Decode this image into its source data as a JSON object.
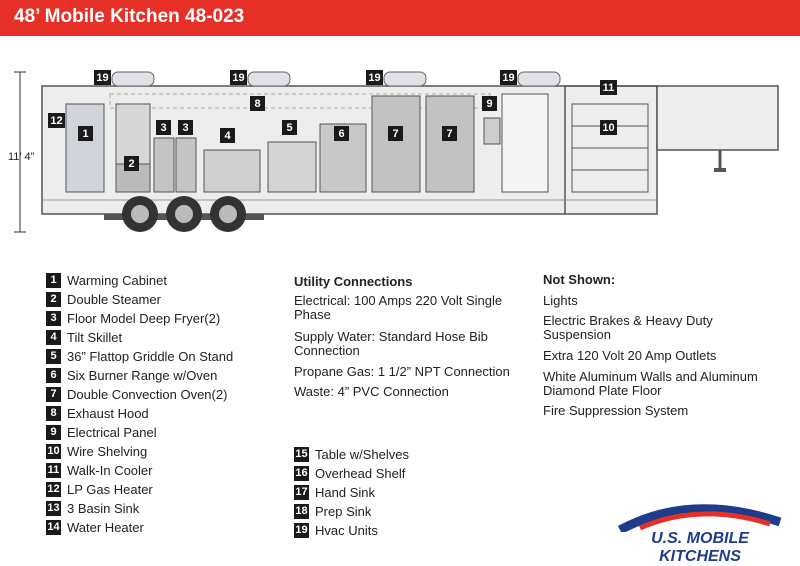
{
  "title": "48’ Mobile Kitchen 48-023",
  "dimension_label": "11’ 4”",
  "diagram_labels": [
    "1",
    "2",
    "3",
    "3",
    "4",
    "5",
    "6",
    "7",
    "7",
    "8",
    "9",
    "10",
    "11",
    "12",
    "19",
    "19",
    "19",
    "19"
  ],
  "legend": [
    {
      "num": "1",
      "label": "Warming Cabinet"
    },
    {
      "num": "2",
      "label": "Double Steamer"
    },
    {
      "num": "3",
      "label": "Floor Model Deep Fryer(2)"
    },
    {
      "num": "4",
      "label": "Tilt Skillet"
    },
    {
      "num": "5",
      "label": "36” Flattop Griddle On Stand"
    },
    {
      "num": "6",
      "label": "Six Burner Range w/Oven"
    },
    {
      "num": "7",
      "label": "Double Convection Oven(2)"
    },
    {
      "num": "8",
      "label": "Exhaust Hood"
    },
    {
      "num": "9",
      "label": "Electrical Panel"
    },
    {
      "num": "10",
      "label": "Wire Shelving"
    },
    {
      "num": "11",
      "label": "Walk-In Cooler"
    },
    {
      "num": "12",
      "label": "LP Gas Heater"
    },
    {
      "num": "13",
      "label": "3 Basin Sink"
    },
    {
      "num": "14",
      "label": "Water Heater"
    }
  ],
  "legend2": [
    {
      "num": "15",
      "label": "Table w/Shelves"
    },
    {
      "num": "16",
      "label": "Overhead Shelf"
    },
    {
      "num": "17",
      "label": "Hand Sink"
    },
    {
      "num": "18",
      "label": "Prep Sink"
    },
    {
      "num": "19",
      "label": "Hvac Units"
    }
  ],
  "utility": {
    "heading": "Utility Connections",
    "items": [
      "Electrical: 100 Amps 220 Volt Single Phase",
      "Supply Water: Standard Hose Bib Connection",
      "Propane Gas: 1 1/2” NPT Connection",
      "Waste: 4” PVC Connection"
    ]
  },
  "not_shown": {
    "heading": "Not Shown:",
    "items": [
      "Lights",
      "Electric Brakes & Heavy Duty Suspension",
      "Extra 120 Volt 20 Amp Outlets",
      "White Aluminum Walls and Aluminum Diamond Plate Floor",
      "Fire Suppression System"
    ]
  },
  "logo_text": "U.S. MOBILE KITCHENS",
  "colors": {
    "header": "#e63027",
    "logo_blue": "#1f3c8c",
    "logo_red": "#e63027"
  }
}
